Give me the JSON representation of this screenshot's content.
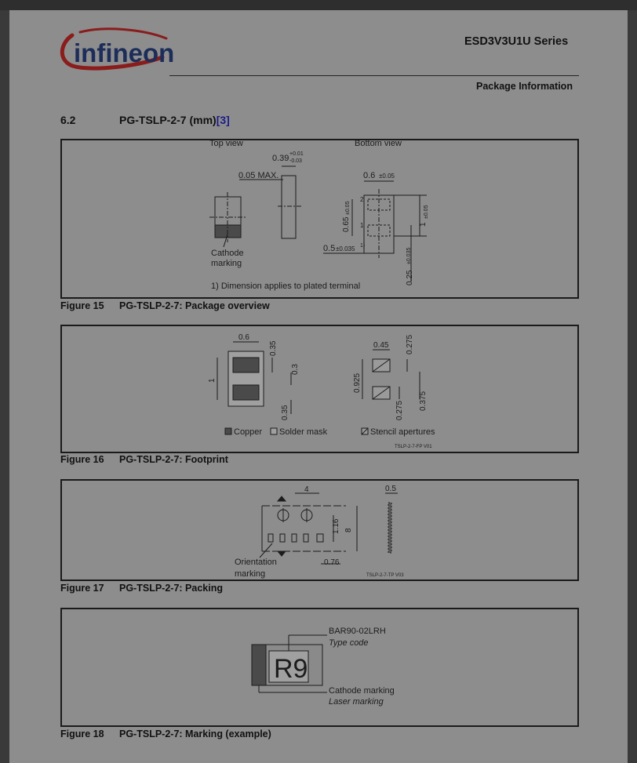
{
  "header": {
    "logo_text": "infineon",
    "series_title": "ESD3V3U1U Series",
    "section_label": "Package Information"
  },
  "section": {
    "number": "6.2",
    "title": "PG-TSLP-2-7 (mm)",
    "reference": "[3]"
  },
  "figure15": {
    "caption_num": "Figure 15",
    "caption_text": "PG-TSLP-2-7: Package overview",
    "top_view": "Top view",
    "bottom_view": "Bottom view",
    "dim_039": "0.39",
    "dim_039_plus": "+0.01",
    "dim_039_minus": "-0.03",
    "dim_005max": "0.05 MAX.",
    "dim_06": "0.6",
    "tol_005": "±0.05",
    "dim_065": "0.65",
    "dim_1": "1",
    "dim_05": "0.5",
    "tol_0035": "±0.035",
    "dim_025": "0.25",
    "note_mark": "1)",
    "cathode_marking_1": "Cathode",
    "cathode_marking_2": "marking",
    "pin1": "1",
    "pin2": "2",
    "footnote": "1) Dimension applies to plated terminal"
  },
  "figure16": {
    "caption_num": "Figure 16",
    "caption_text": "PG-TSLP-2-7: Footprint",
    "dim_06": "0.6",
    "dim_035a": "0.35",
    "dim_03": "0.3",
    "dim_035b": "0.35",
    "dim_1": "1",
    "dim_045": "0.45",
    "dim_0275a": "0.275",
    "dim_0925": "0.925",
    "dim_0275b": "0.275",
    "dim_0375": "0.375",
    "legend_copper": "Copper",
    "legend_solder": "Solder mask",
    "legend_stencil": "Stencil apertures",
    "code": "TSLP-2-7-FP  V01"
  },
  "figure17": {
    "caption_num": "Figure 17",
    "caption_text": "PG-TSLP-2-7: Packing",
    "dim_4": "4",
    "dim_116": "1.16",
    "dim_8": "8",
    "dim_076": "0.76",
    "dim_05": "0.5",
    "orientation_1": "Orientation",
    "orientation_2": "marking",
    "code": "TSLP-2-7-TP  V03"
  },
  "figure18": {
    "caption_num": "Figure 18",
    "caption_text": "PG-TSLP-2-7: Marking (example)",
    "part_number": "BAR90-02LRH",
    "type_code_label": "Type code",
    "marking_code": "R9",
    "cathode_marking": "Cathode marking",
    "laser_marking": "Laser marking"
  },
  "colors": {
    "page_bg": "#8d8d8d",
    "logo_red": "#8a1c1c",
    "logo_blue": "#1d2d5a",
    "ref_blue": "#1b1b8c"
  }
}
